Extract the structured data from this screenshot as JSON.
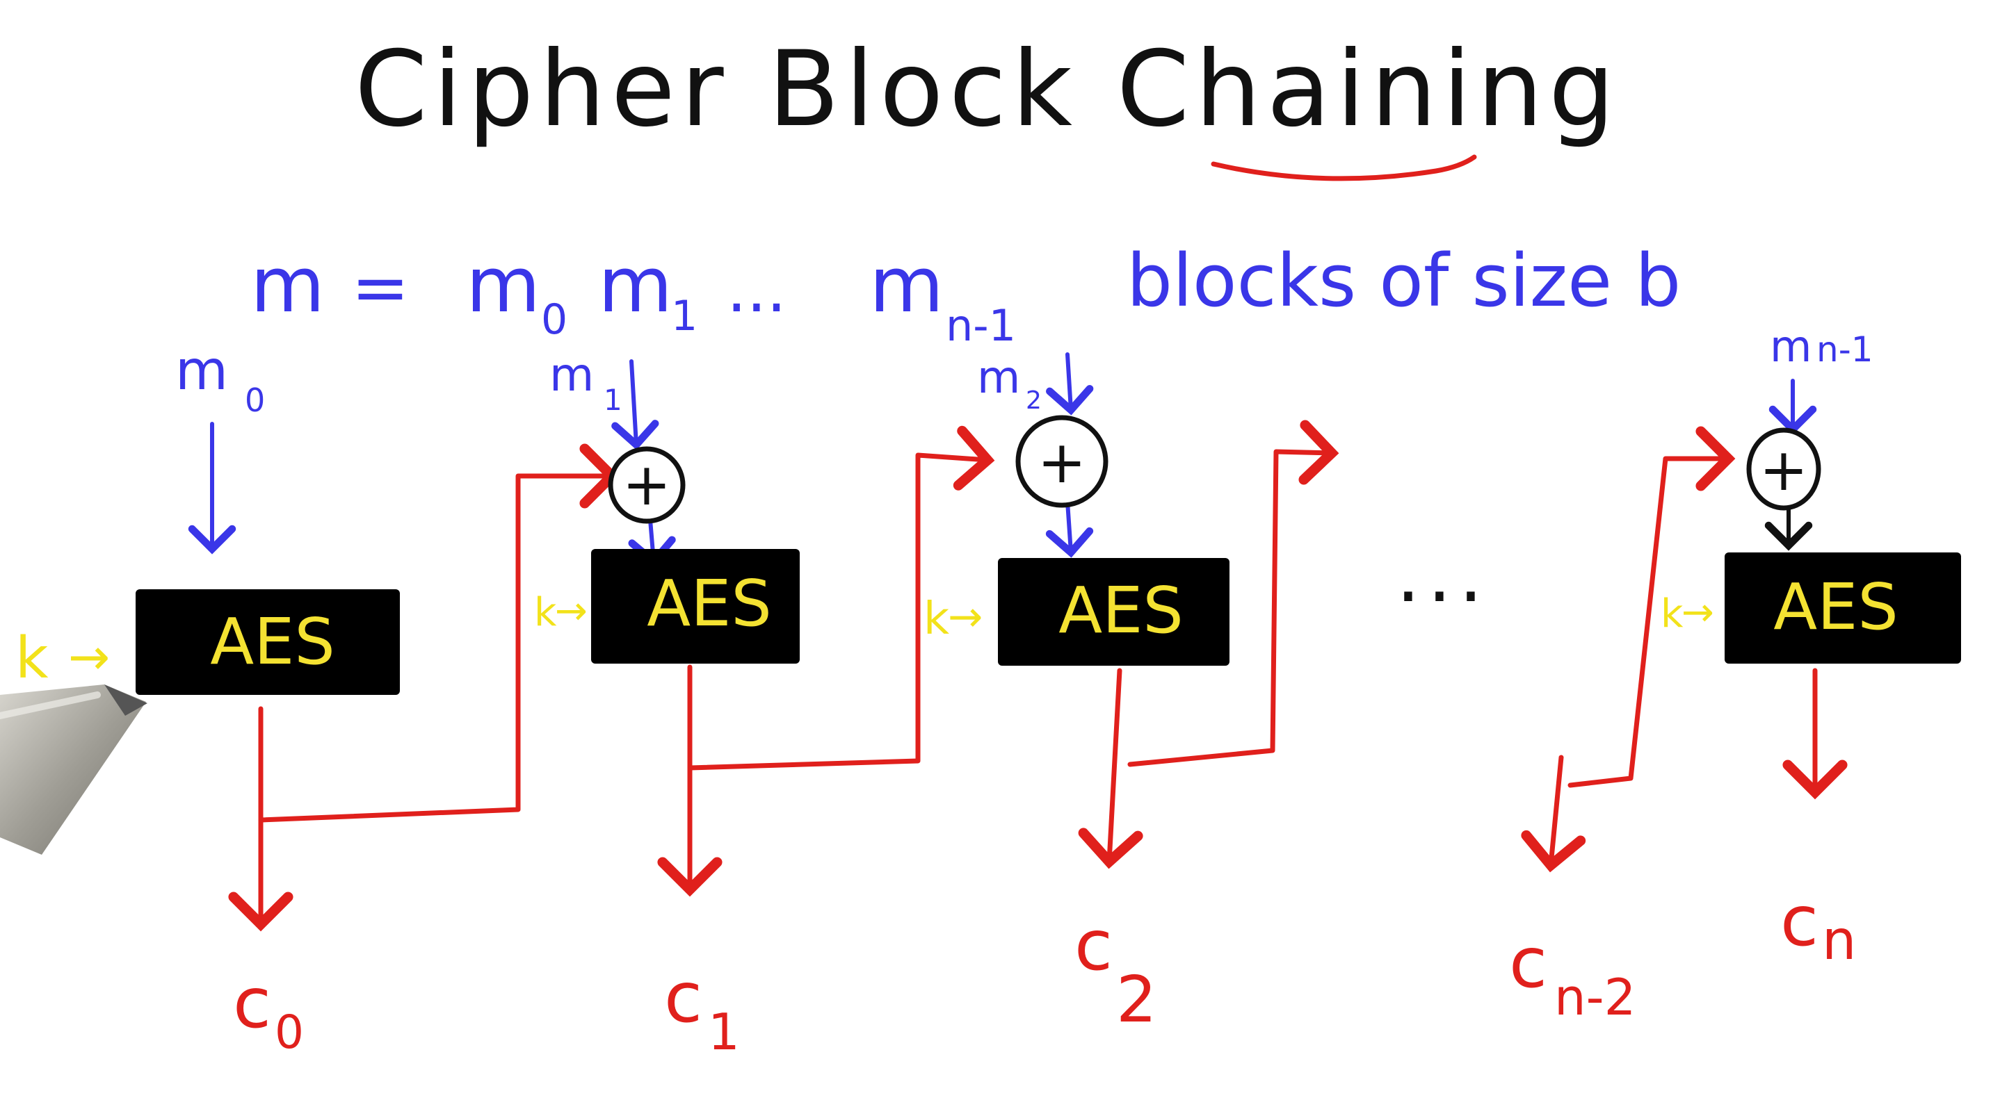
{
  "title": "Cipher Block Chaining",
  "colors": {
    "ink": "#111111",
    "message": "#3a36e8",
    "ciphertext": "#e0201c",
    "key": "#f2e21a",
    "aes_fill": "#000000",
    "aes_text": "#f4e232",
    "underline": "#e0201c"
  },
  "equation": {
    "lhs": "m",
    "eq": "=",
    "m0_base": "m",
    "m0_sub": "0",
    "m1_base": "m",
    "m1_sub": "1",
    "dots": "...",
    "mn1_base": "m",
    "mn1_sub": "n-1",
    "note": "blocks of size b"
  },
  "blocks": [
    {
      "id": "b0",
      "input_base": "m",
      "input_sub": "0",
      "key": "k",
      "aes": "AES",
      "xor": false,
      "output_base": "c",
      "output_sub": "0"
    },
    {
      "id": "b1",
      "input_base": "m",
      "input_sub": "1",
      "key": "k",
      "aes": "AES",
      "xor": true,
      "output_base": "c",
      "output_sub": "1"
    },
    {
      "id": "b2",
      "input_base": "m",
      "input_sub": "2",
      "key": "k",
      "aes": "AES",
      "xor": true,
      "output_base": "c",
      "output_sub": "2"
    },
    {
      "id": "bn",
      "input_base": "m",
      "input_sub": "n-1",
      "key": "k",
      "aes": "AES",
      "xor": true,
      "output_base": "c",
      "output_sub": "n"
    }
  ],
  "extra_output": {
    "base": "c",
    "sub": "n-2"
  },
  "ellipsis": "...",
  "xor_symbol": "+",
  "key_arrow": "→",
  "icons": {
    "arrow": "arrow-icon",
    "xor": "xor-circle-icon",
    "pen": "pen-icon"
  }
}
